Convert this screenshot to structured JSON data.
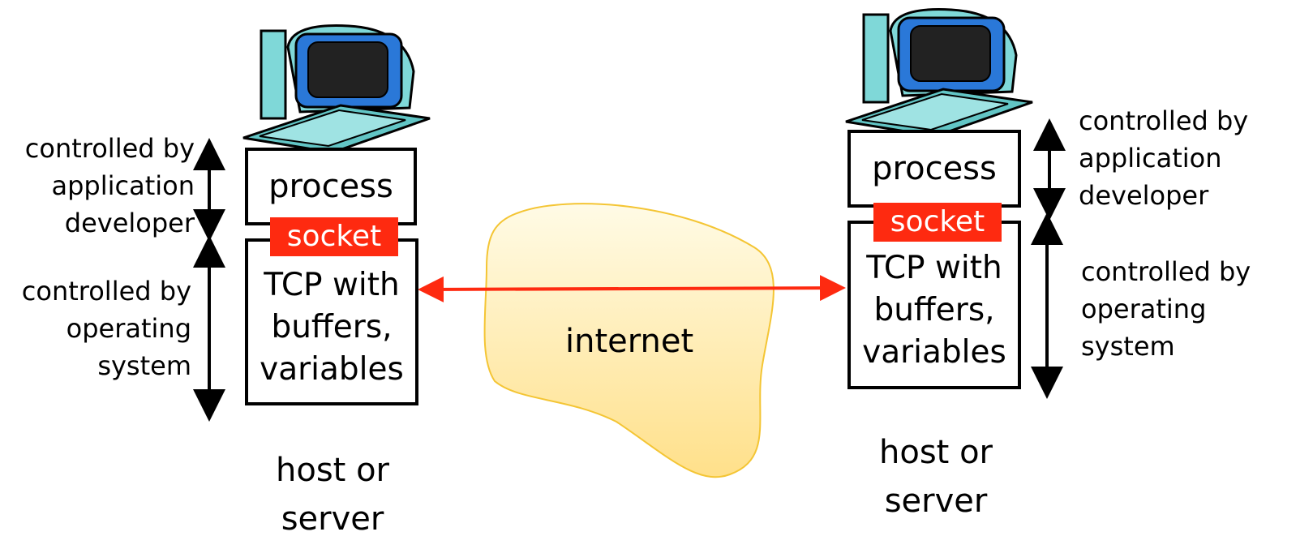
{
  "left_host": {
    "process": "process",
    "socket": "socket",
    "tcp": [
      "TCP with",
      "buffers,",
      "variables"
    ],
    "app_label": [
      "controlled by",
      "application",
      "developer"
    ],
    "os_label": [
      "controlled by",
      "operating",
      "system"
    ],
    "host": [
      "host or",
      "server"
    ]
  },
  "right_host": {
    "process": "process",
    "socket": "socket",
    "tcp": [
      "TCP with",
      "buffers,",
      "variables"
    ],
    "app_label": [
      "controlled by",
      "application",
      "developer"
    ],
    "os_label": [
      "controlled by",
      "operating",
      "system"
    ],
    "host": [
      "host or",
      "server"
    ]
  },
  "network": {
    "label": "internet"
  },
  "colors": {
    "socket": "#fe2a10",
    "arrow": "#fe2a10",
    "cloud_top": "#fffbe6",
    "cloud_bottom": "#ffe08a",
    "cloud_stroke": "#f4c534"
  }
}
